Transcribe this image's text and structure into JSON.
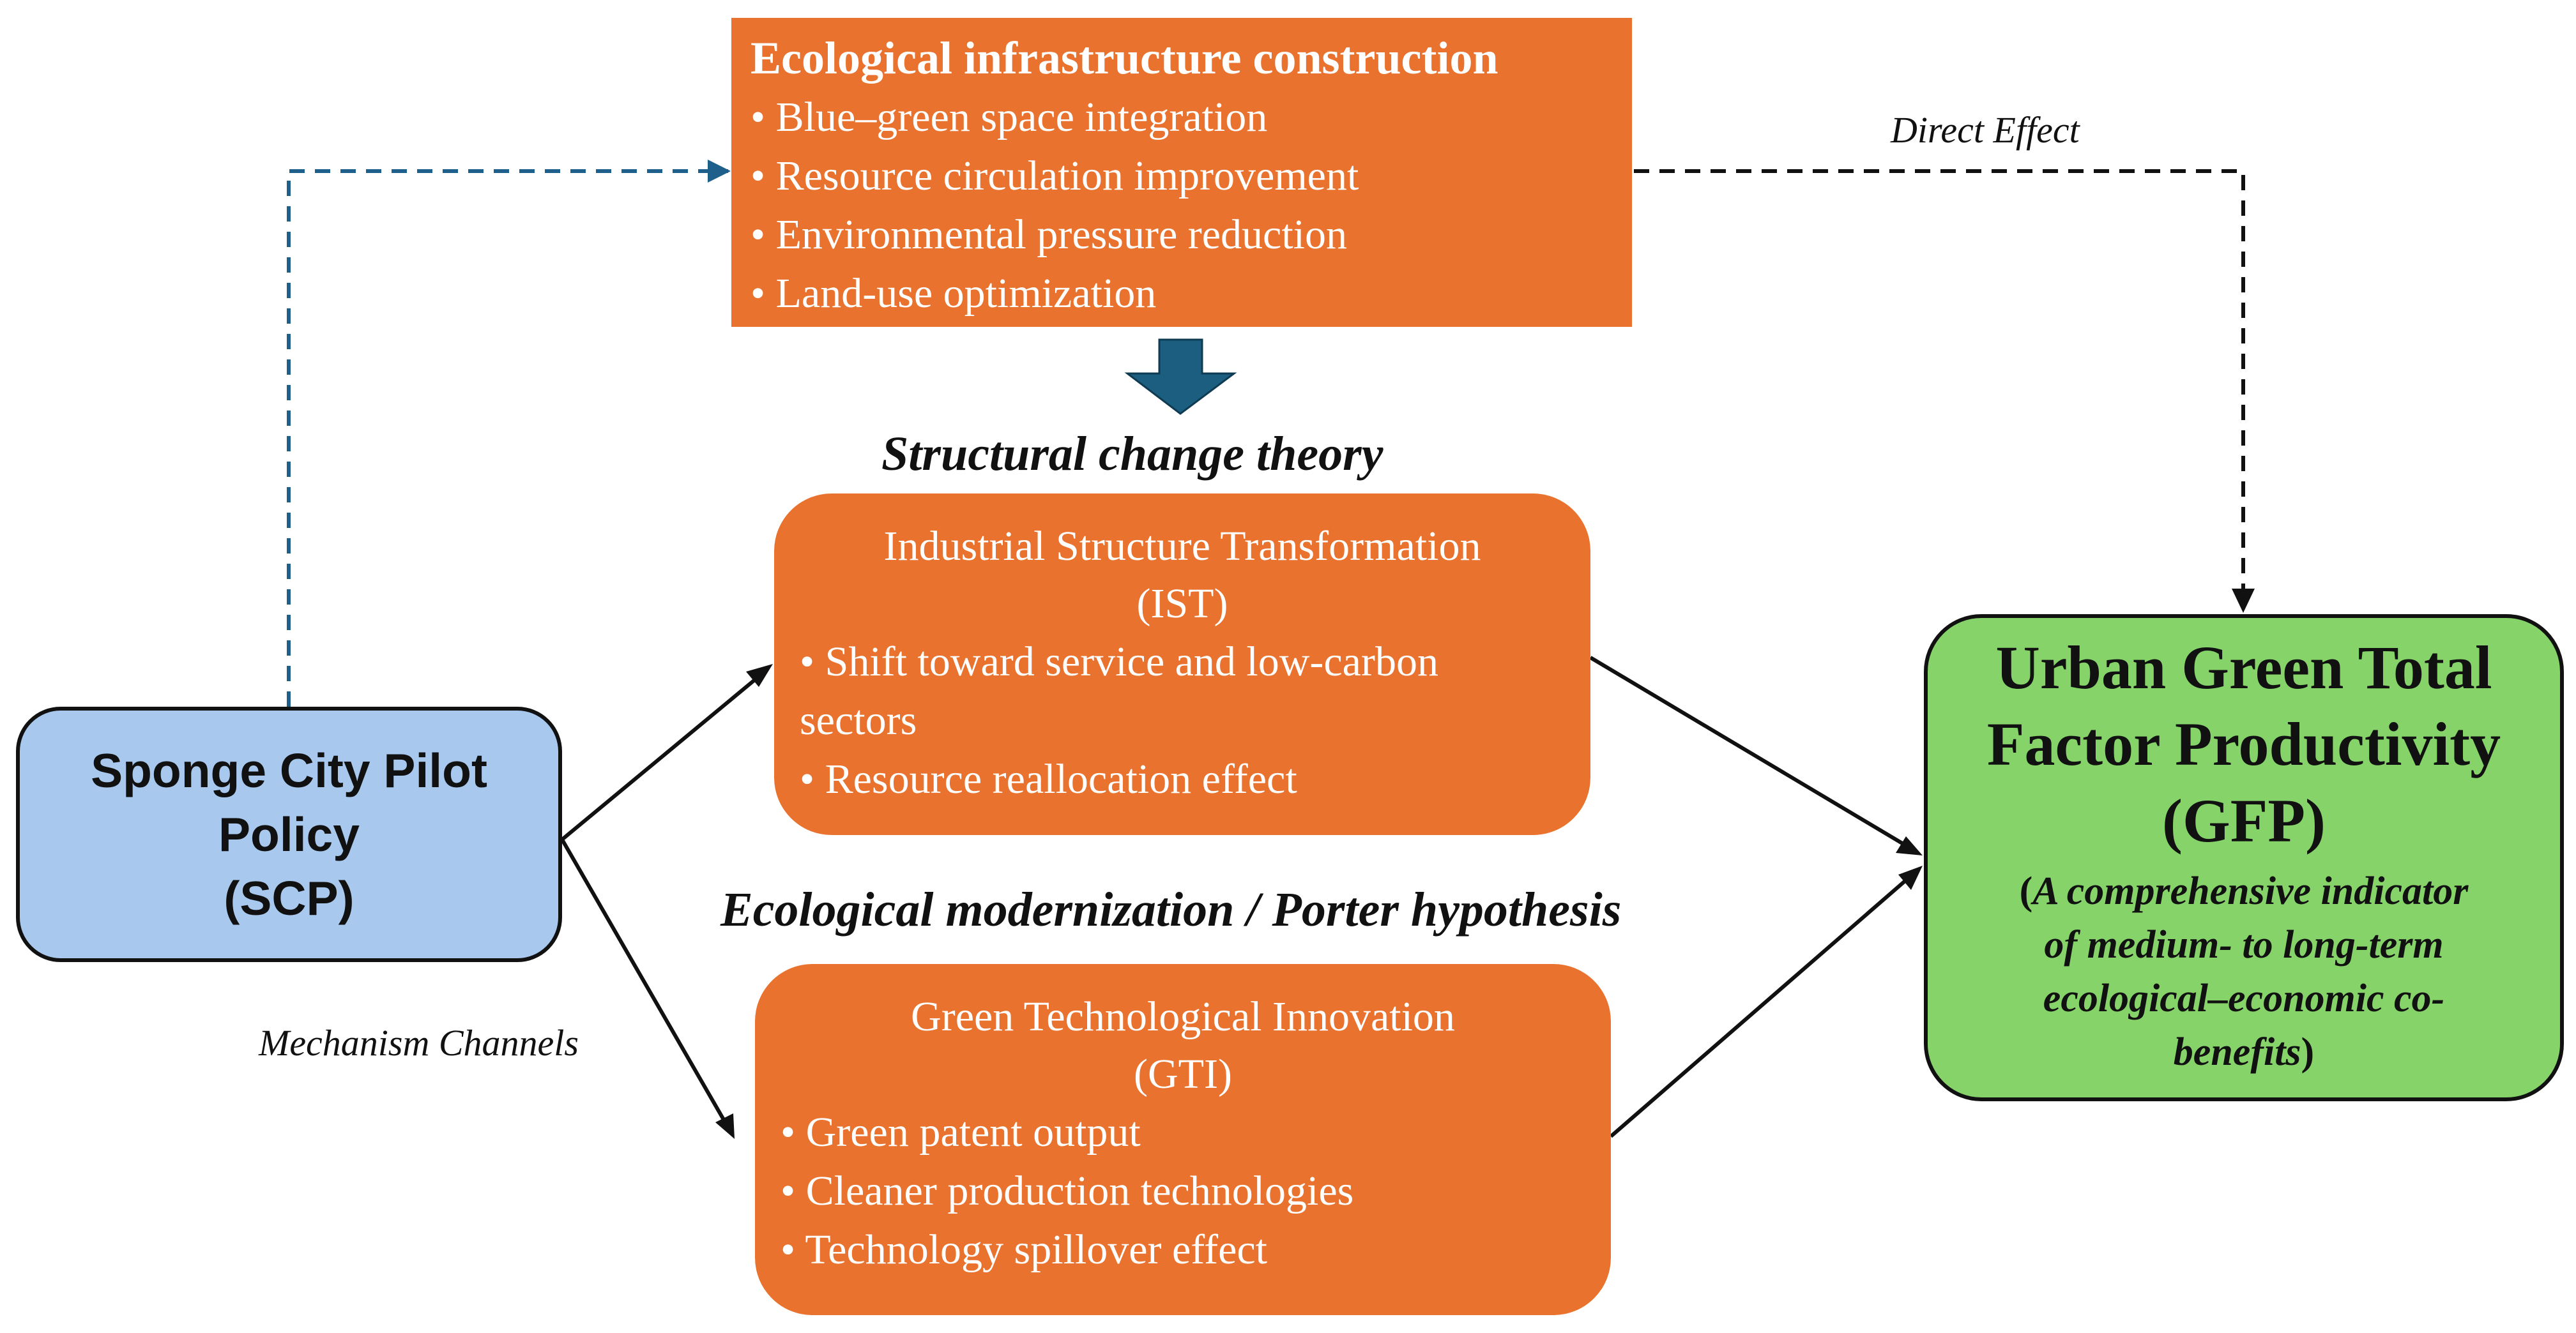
{
  "diagram": {
    "ecological_infrastructure": {
      "title": "Ecological infrastructure construction",
      "items": [
        "• Blue–green space integration",
        "• Resource circulation improvement",
        "• Environmental pressure reduction",
        "• Land-use optimization"
      ]
    },
    "structural_label": "Structural change theory",
    "ist": {
      "title": "Industrial Structure Transformation",
      "abbr": "(IST)",
      "items": [
        "• Shift toward service and low-carbon",
        "sectors",
        "• Resource reallocation effect"
      ]
    },
    "ecological_label": "Ecological modernization / Porter hypothesis",
    "gti": {
      "title": "Green Technological Innovation",
      "abbr": "(GTI)",
      "items": [
        "• Green patent output",
        "• Cleaner production technologies",
        "• Technology spillover effect"
      ]
    },
    "scp": {
      "lines": [
        "Sponge City Pilot",
        "Policy",
        "(SCP)"
      ]
    },
    "gfp": {
      "lines": [
        "Urban Green Total",
        "Factor Productivity",
        "(GFP)"
      ],
      "desc_open": "(",
      "desc_lines": [
        "A comprehensive indicator",
        "of medium- to long-term",
        "ecological–economic co-",
        "benefits"
      ],
      "desc_close": ")"
    },
    "direct_effect_label": "Direct Effect",
    "mechanism_label": "Mechanism Channels",
    "colors": {
      "orange": "#E8722E",
      "scp_fill": "#A8C8EE",
      "gfp_fill": "#86D36A",
      "dashed_blue": "#1F5F8B",
      "down_arrow": "#1B5E80"
    }
  }
}
